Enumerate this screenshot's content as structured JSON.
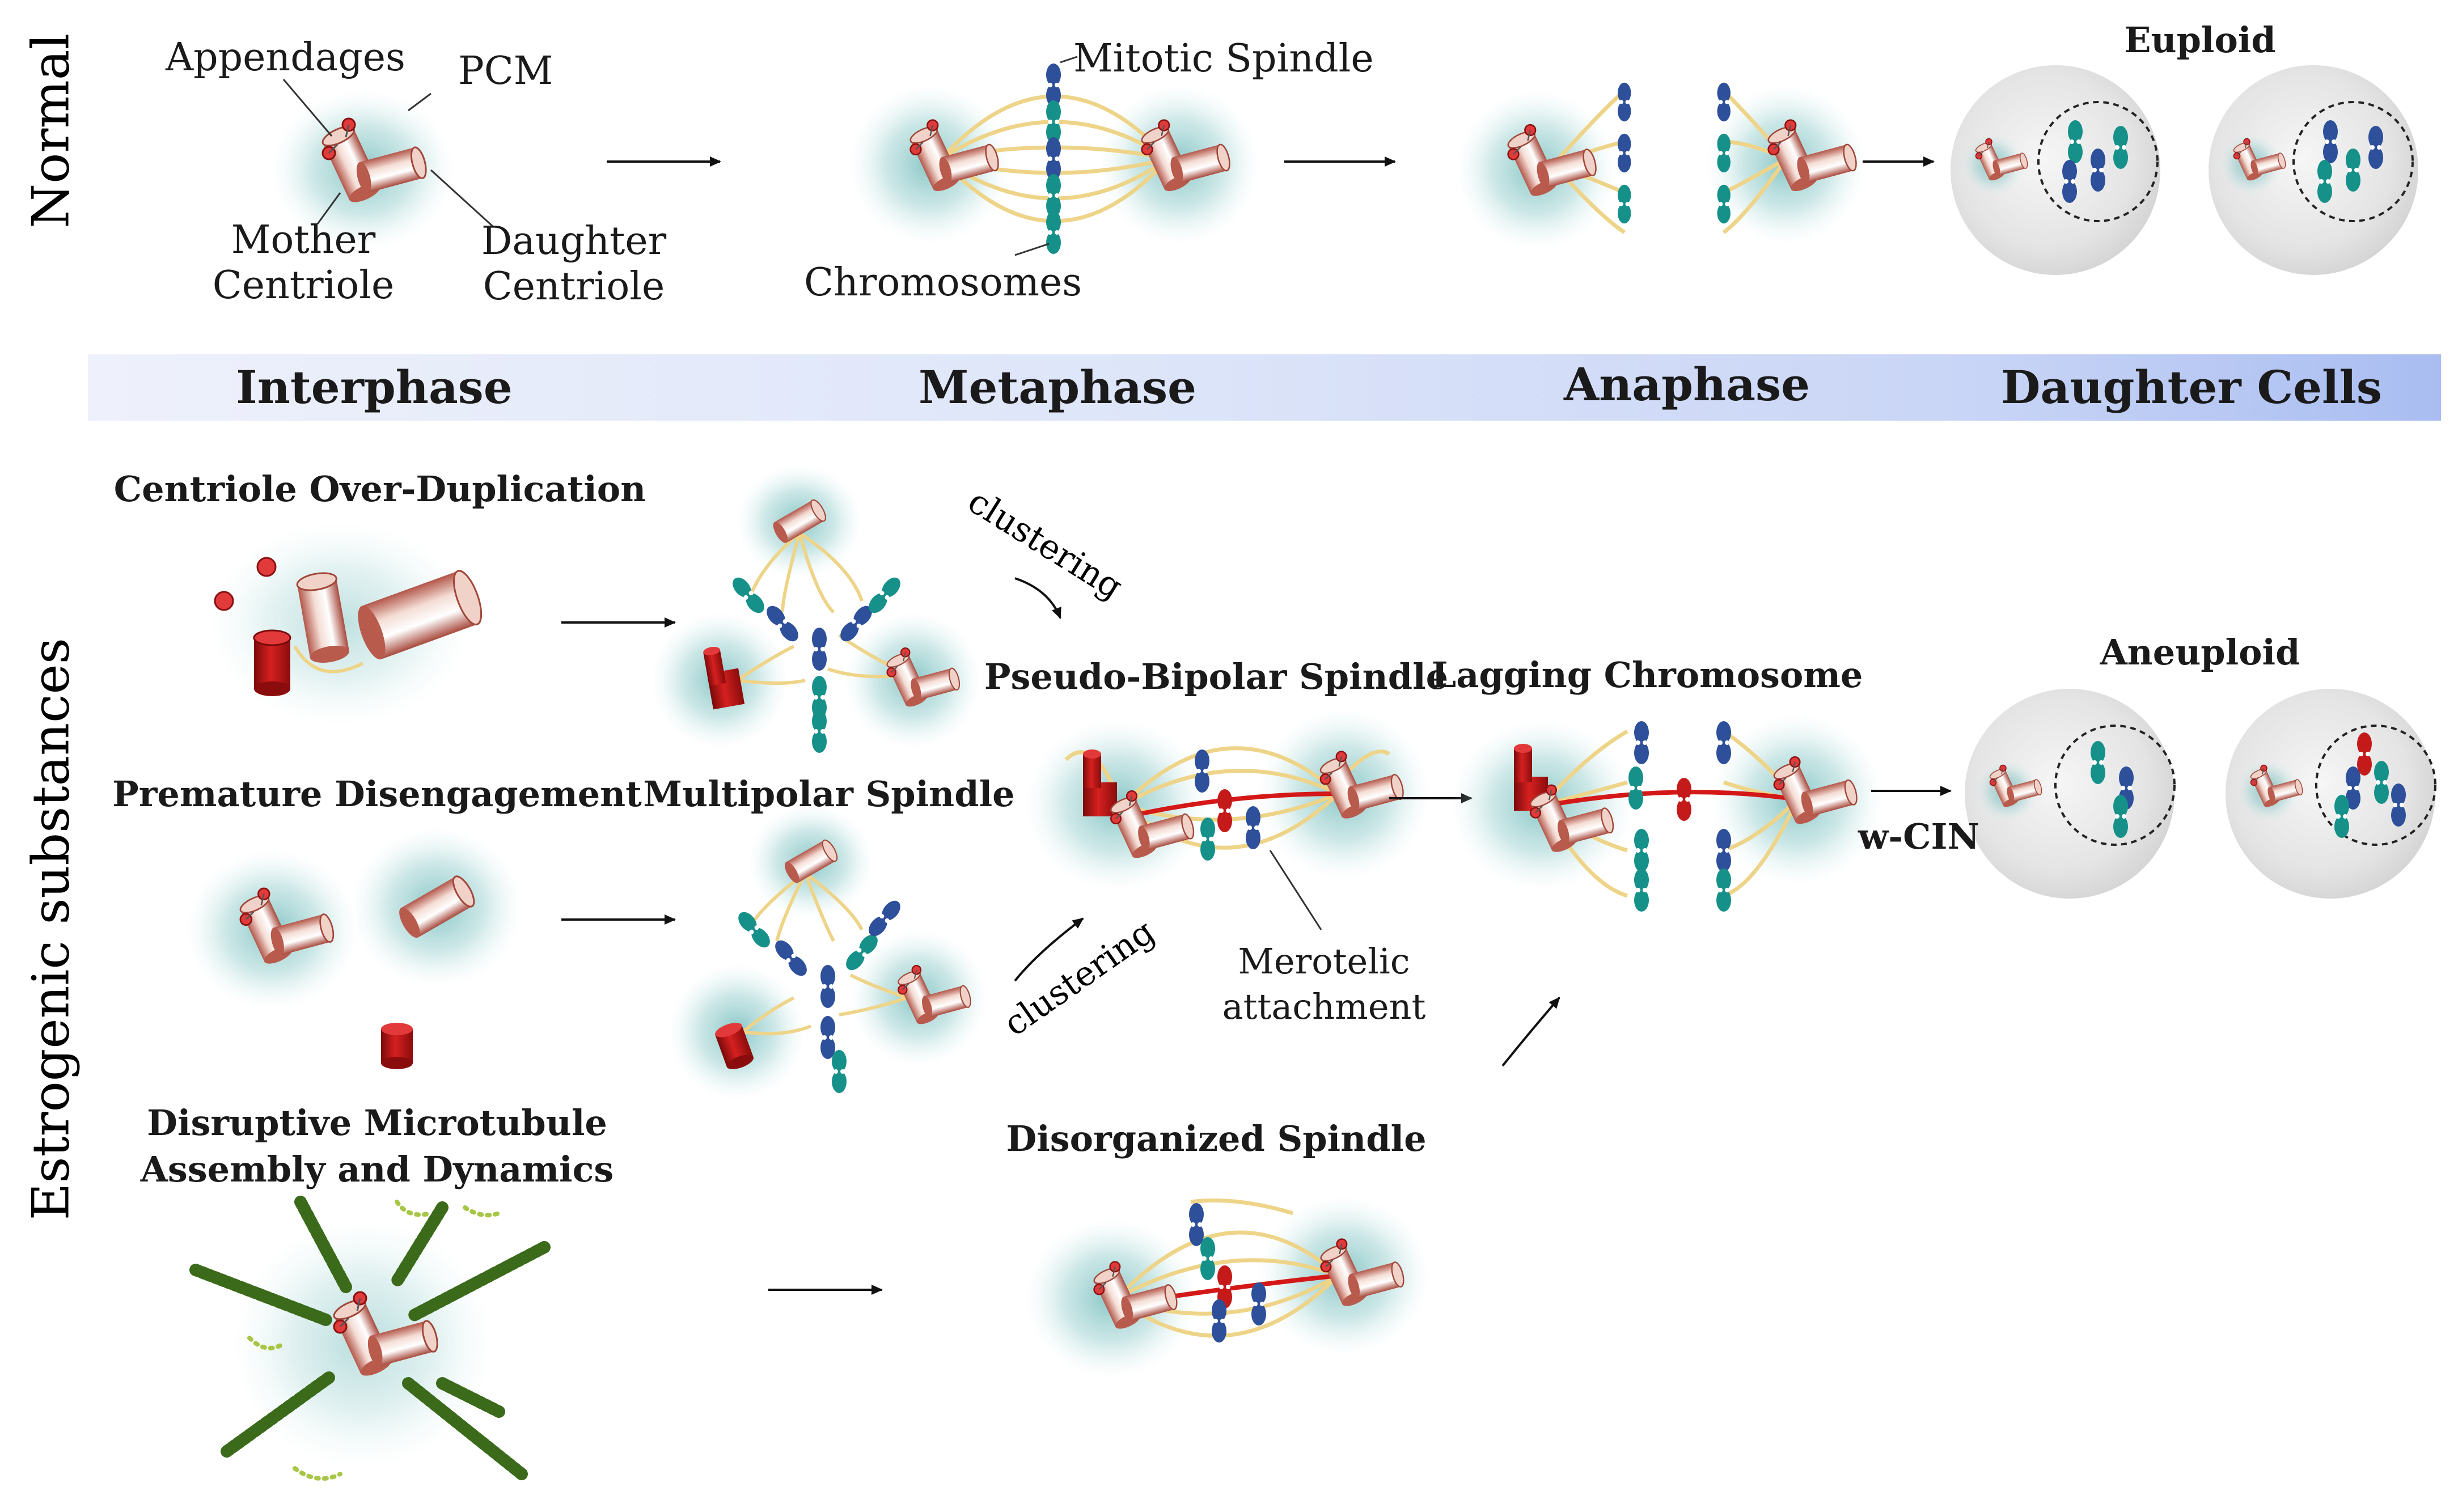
{
  "rows": {
    "normal": "Normal",
    "estrogenic": "Estrogenic substances"
  },
  "phases": {
    "interphase": "Interphase",
    "metaphase": "Metaphase",
    "anaphase": "Anaphase",
    "daughter": "Daughter Cells"
  },
  "normal_labels": {
    "appendages": "Appendages",
    "pcm": "PCM",
    "mother_1": "Mother",
    "mother_2": "Centriole",
    "daughter_1": "Daughter",
    "daughter_2": "Centriole",
    "mitotic_spindle": "Mitotic Spindle",
    "chromosomes": "Chromosomes",
    "euploid": "Euploid"
  },
  "estrogen_labels": {
    "over_dup": "Centriole Over-Duplication",
    "premature": "Premature Disengagement",
    "disrupt_1": "Disruptive Microtubule",
    "disrupt_2": "Assembly and Dynamics",
    "multipolar": "Multipolar Spindle",
    "clustering_top": "clustering",
    "clustering_bot": "clustering",
    "pseudo_bipolar": "Pseudo-Bipolar Spindle",
    "lagging": "Lagging Chromosome",
    "merotelic_1": "Merotelic",
    "merotelic_2": "attachment",
    "disorganized": "Disorganized Spindle",
    "wcin": "w-CIN",
    "aneuploid": "Aneuploid"
  },
  "colors": {
    "halo": "#7fc4c4",
    "centriole": "#e8c4b8",
    "centriole_dark": "#a0463a",
    "red_centriole": "#c01818",
    "spindle": "#eed488",
    "chrom_blue": "#2e4f9a",
    "chrom_teal": "#16918a",
    "chrom_red": "#c41a1a",
    "band": "#c9d5f6",
    "cell": "#e6e6e6"
  }
}
